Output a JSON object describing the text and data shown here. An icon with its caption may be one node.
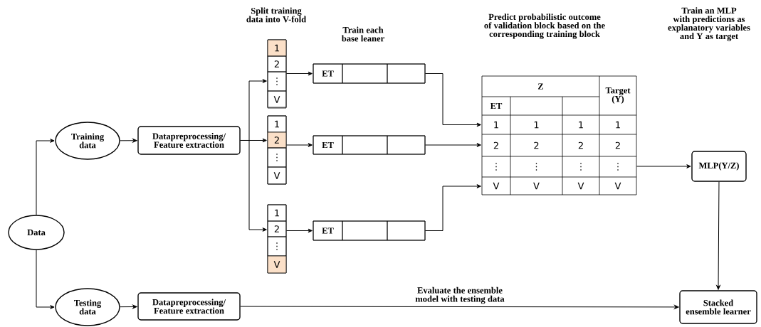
{
  "diagram": {
    "nodes": [
      {
        "text": [
          "Data"
        ]
      },
      {
        "text": [
          "Training data"
        ]
      },
      {
        "text": [
          "Testing data"
        ]
      },
      {
        "text": [
          "Datapreprocessing/ Feature extraction"
        ]
      },
      {
        "text": [
          "Datapreprocessing/ Feature extraction"
        ]
      },
      {
        "text": [],
        "shape": "box"
      },
      {
        "text": [
          "1"
        ],
        "in": 5
      },
      {
        "text": [
          "2"
        ],
        "in": 5
      },
      {
        "text": [
          "⋮"
        ],
        "in": 5
      },
      {
        "text": [
          "V"
        ],
        "in": 5
      },
      {
        "text": [],
        "shape": "box"
      },
      {
        "text": [
          "1"
        ],
        "in": 10
      },
      {
        "text": [
          "2"
        ],
        "in": 10
      },
      {
        "text": [
          "⋮"
        ],
        "in": 10
      },
      {
        "text": [
          "V"
        ],
        "in": 10
      },
      {
        "text": [],
        "shape": "box"
      },
      {
        "text": [
          "1"
        ],
        "in": 15
      },
      {
        "text": [
          "2"
        ],
        "in": 15
      },
      {
        "text": [
          "⋮"
        ],
        "in": 15
      },
      {
        "text": [
          "V"
        ],
        "in": 15
      },
      {
        "text": [],
        "shape": "box"
      },
      {
        "text": [
          "ET"
        ],
        "in": 20
      },
      {
        "text": [],
        "shape": "box",
        "in": 20
      },
      {
        "text": [],
        "shape": "box",
        "in": 20
      },
      {
        "text": [],
        "shape": "box"
      },
      {
        "text": [
          "ET"
        ],
        "in": 24
      },
      {
        "text": [],
        "shape": "box",
        "in": 24
      },
      {
        "text": [],
        "shape": "box",
        "in": 24
      },
      {
        "text": [],
        "shape": "box"
      },
      {
        "text": [
          "ET"
        ],
        "in": 28
      },
      {
        "text": [],
        "shape": "box",
        "in": 28
      },
      {
        "text": [],
        "shape": "box",
        "in": 28
      },
      {
        "text": [
          "Z",
          "Target (Y)",
          "ET",
          "1",
          "1",
          "1",
          "1",
          "2",
          "2",
          "2",
          "2",
          "⋮",
          "⋮",
          "⋮",
          "⋮",
          "V",
          "V",
          "V",
          "V"
        ]
      },
      {
        "text": [
          "MLP(Y/Z)"
        ]
      },
      {
        "text": [
          "Stacked ensemble learner"
        ]
      }
    ],
    "edges": [
      {
        "from": 0,
        "to": 1,
        "arrow": "to"
      },
      {
        "from": 0,
        "to": 2,
        "arrow": "to"
      },
      {
        "from": 1,
        "to": 3,
        "arrow": "to"
      },
      {
        "from": 2,
        "to": 4,
        "arrow": "to"
      },
      {
        "from": 3,
        "to": 5,
        "arrow": "to"
      },
      {
        "from": 3,
        "to": 10,
        "arrow": "to"
      },
      {
        "from": 3,
        "to": 15,
        "arrow": "to"
      },
      {
        "from": 5,
        "to": 20,
        "arrow": "to"
      },
      {
        "from": 10,
        "to": 24,
        "arrow": "to"
      },
      {
        "from": 15,
        "to": 28,
        "arrow": "to"
      },
      {
        "from": 20,
        "to": 32,
        "arrow": "to"
      },
      {
        "from": 24,
        "to": 32,
        "arrow": "to"
      },
      {
        "from": 28,
        "to": 32,
        "arrow": "to"
      },
      {
        "from": 32,
        "to": 33,
        "arrow": "to"
      },
      {
        "from": 33,
        "to": 34,
        "arrow": "to"
      },
      {
        "from": 4,
        "to": 34,
        "arrow": "to",
        "label": "Evaluate the ensemble model with testing data"
      }
    ],
    "labels": [
      "Split training data into V-fold",
      "Train each base leaner",
      "Predict probabilistic outcome of validation block based on the corresponding training block",
      "Train an MLP with predictions as explanatory variables and Y as target"
    ]
  }
}
